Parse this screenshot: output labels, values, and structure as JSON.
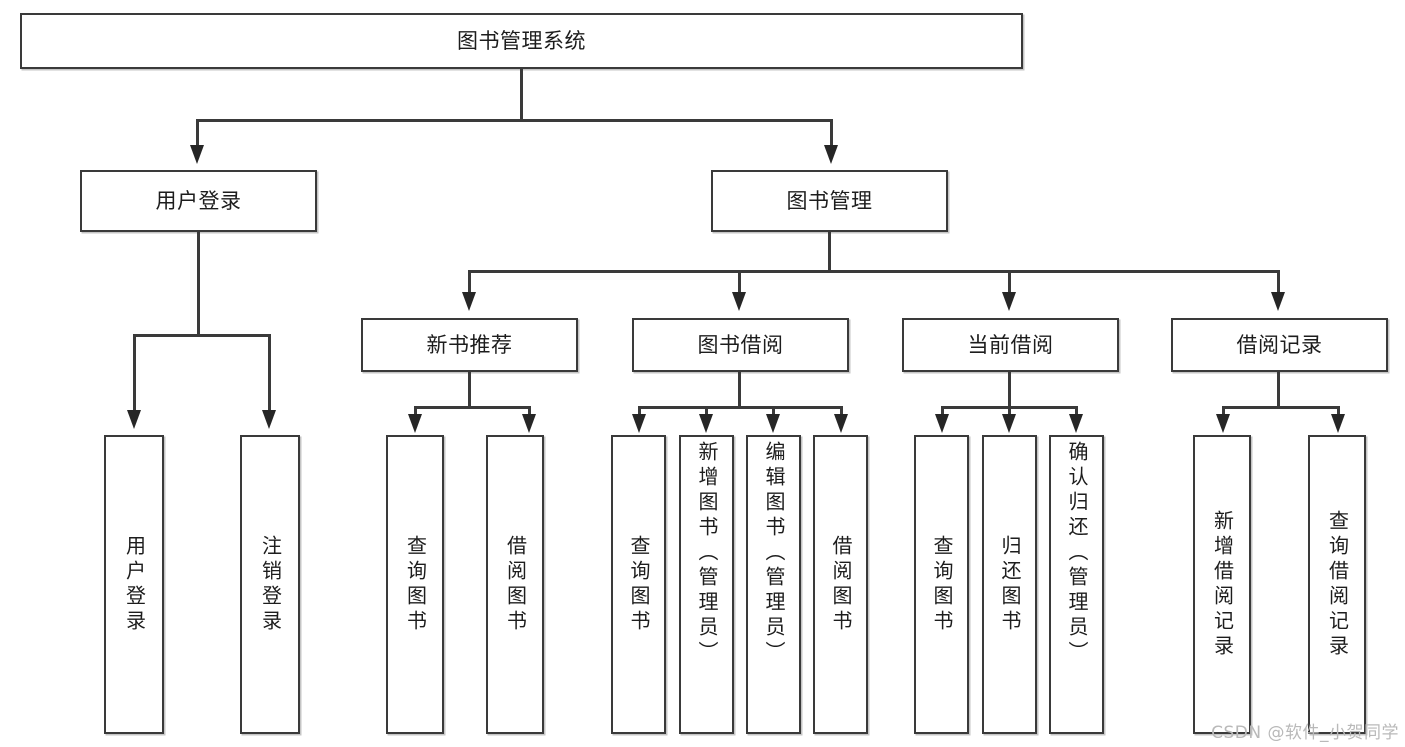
{
  "diagram": {
    "kind": "tree-hierarchy-chart",
    "title": "图书管理系统",
    "watermark": "CSDN @软件_小贺同学",
    "root": {
      "label": "图书管理系统"
    },
    "level2": [
      {
        "label": "用户登录"
      },
      {
        "label": "图书管理"
      }
    ],
    "level3": [
      {
        "label": "新书推荐"
      },
      {
        "label": "图书借阅"
      },
      {
        "label": "当前借阅"
      },
      {
        "label": "借阅记录"
      }
    ],
    "leaves": {
      "user_login": [
        {
          "label": "用户登录"
        },
        {
          "label": "注销登录"
        }
      ],
      "new_book_recommend": [
        {
          "label": "查询图书"
        },
        {
          "label": "借阅图书"
        }
      ],
      "book_borrow": [
        {
          "label": "查询图书"
        },
        {
          "label": "新增图书（管理员）"
        },
        {
          "label": "编辑图书（管理员）"
        },
        {
          "label": "借阅图书"
        }
      ],
      "current_borrow": [
        {
          "label": "查询图书"
        },
        {
          "label": "归还图书"
        },
        {
          "label": "确认归还（管理员）"
        }
      ],
      "borrow_records": [
        {
          "label": "新增借阅记录"
        },
        {
          "label": "查询借阅记录"
        }
      ]
    },
    "colors": {
      "box_border": "#3a3a3a",
      "line": "#3a3a3a",
      "arrow": "#262626",
      "background": "#ffffff",
      "text": "#1d1d1d",
      "watermark": "#b9b9b9"
    }
  }
}
